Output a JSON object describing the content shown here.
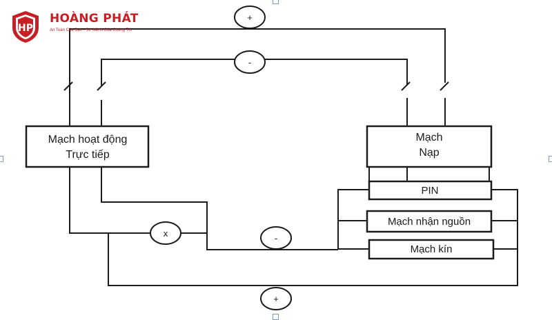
{
  "brand": {
    "initials": "HP",
    "name": "HOÀNG PHÁT",
    "slogan": "An Toàn Của Bạn - Sứ Mệnh Của Chúng Tôi",
    "color": "#c62026"
  },
  "diagram": {
    "line_color": "#1a1a1a",
    "nodes": {
      "direct_circuit": [
        "Mạch hoạt động",
        "Trực tiếp"
      ],
      "charge_circuit": [
        "Mạch",
        "Nạp"
      ],
      "battery": "PIN",
      "power_receiver": "Mạch nhận nguồn",
      "closed_circuit": "Mạch kín"
    },
    "terminals": {
      "top_positive": "+",
      "top_negative": "-",
      "load_x": "x",
      "middle_negative": "-",
      "bottom_positive": "+"
    }
  }
}
